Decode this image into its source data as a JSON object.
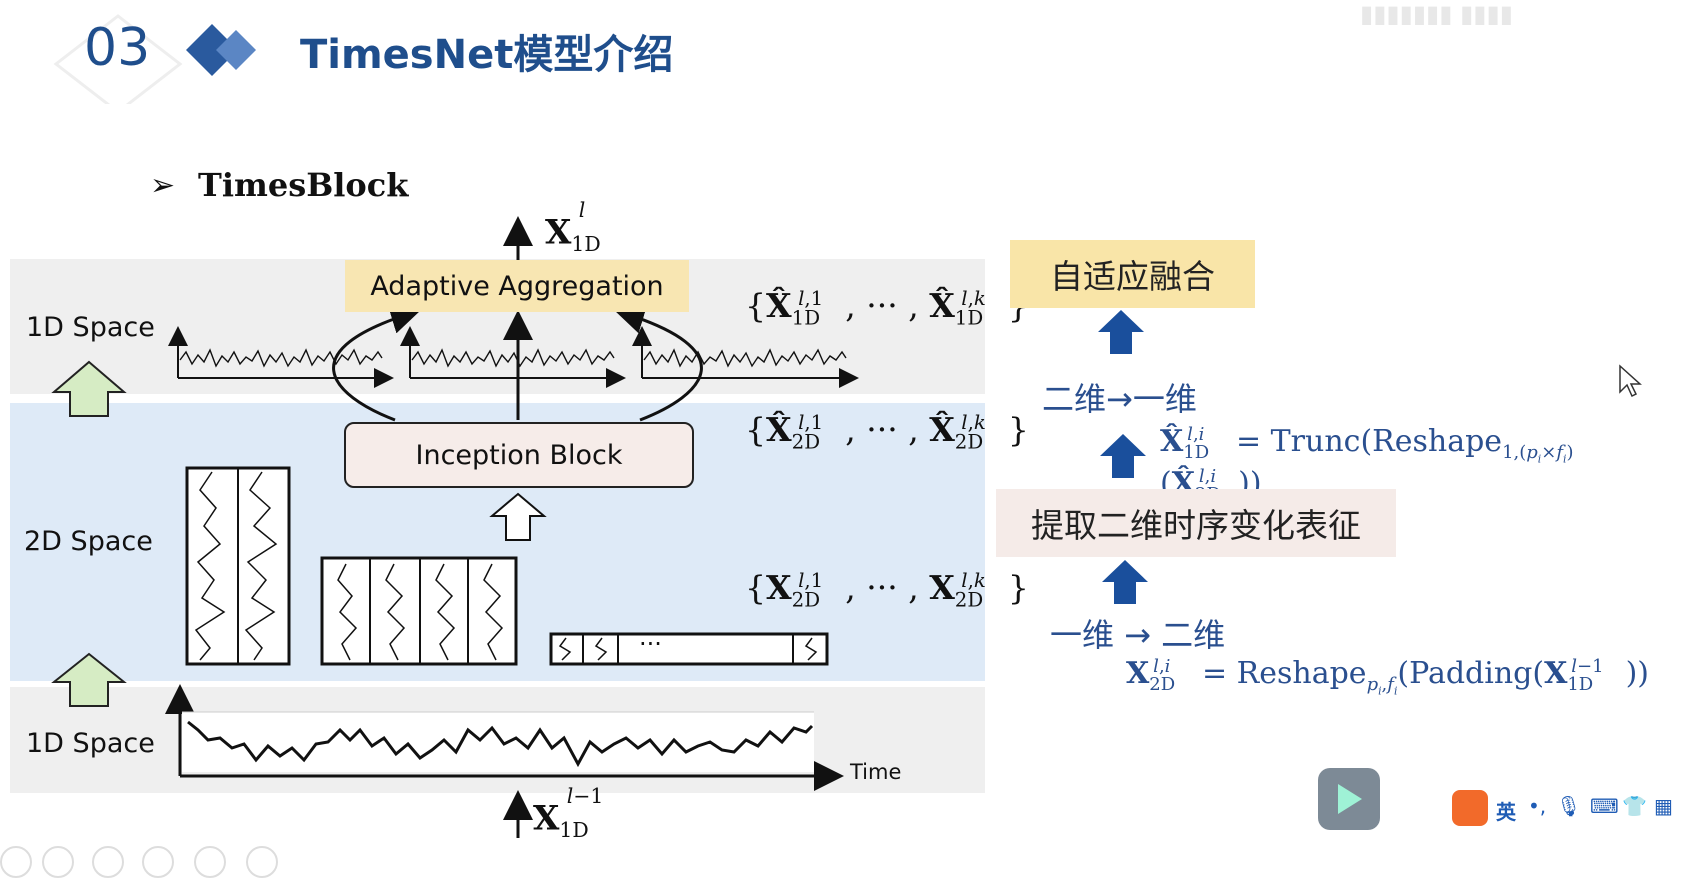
{
  "slide": {
    "number": "03",
    "title": "TimesNet模型介绍",
    "subtitle": "TimesBlock",
    "bullet": "➢"
  },
  "diagram": {
    "aggregation_label": "Adaptive Aggregation",
    "inception_label": "Inception Block",
    "space_1d_top": "1D Space",
    "space_2d": "2D Space",
    "space_1d_bottom": "1D Space",
    "time_label": "Time",
    "ellipsis": "···"
  },
  "annotations": {
    "fusion": "自适应融合",
    "two_to_one": "二维→一维",
    "extract": "提取二维时序变化表征",
    "one_to_two": "一维 → 二维"
  },
  "colors": {
    "title_blue": "#1f4e8c",
    "annotation_blue": "#2a4f8f",
    "arrow_blue": "#1a4f9c",
    "band_gray": "#efefef",
    "band_blue": "#deeaf7",
    "aggregation_fill": "#f8e6b2",
    "inception_fill": "#f6ece9",
    "green_arrow": "#d6ecc4"
  },
  "ime_bar": {
    "label": "英"
  }
}
